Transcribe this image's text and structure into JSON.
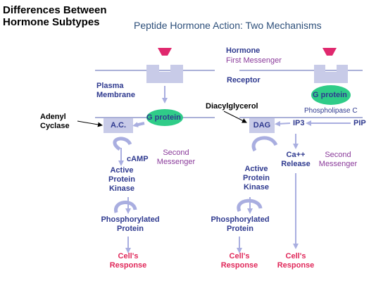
{
  "page_title": "Differences Between Hormone Subtypes",
  "diagram_title": "Peptide Hormone Action:  Two Mechanisms",
  "center_labels": {
    "hormone": "Hormone",
    "first_messenger": "First Messenger",
    "receptor": "Receptor"
  },
  "left_pathway": {
    "plasma_membrane": "Plasma Membrane",
    "adenyl_cyclase": "Adenyl Cyclase",
    "ac_box": "A.C.",
    "g_protein": "G protein",
    "camp": "cAMP",
    "second_messenger": "Second Messenger",
    "kinase": "Active Protein Kinase",
    "phosphorylated": "Phosphorylated Protein",
    "response": "Cell's Response"
  },
  "right_pathway": {
    "g_protein": "G protein",
    "phospholipase": "Phospholipase C",
    "diacylglycerol": "Diacylglycerol",
    "dag_box": "DAG",
    "ip3": "IP3",
    "pip": "PIP",
    "calcium": "Ca++ Release",
    "second_messenger": "Second Messenger",
    "kinase": "Active Protein Kinase",
    "phosphorylated": "Phosphorylated Protein",
    "response_left": "Cell's Response",
    "response_right": "Cell's Response"
  },
  "colors": {
    "hormone": "#e0286e",
    "membrane": "#aab0d8",
    "receptor": "#c8cbe8",
    "g_protein": "#2fcc88",
    "arrow": "#a9aee0",
    "text_blue": "#2f3a8f",
    "text_purple": "#8a3a9a",
    "text_pink": "#e0285a"
  }
}
